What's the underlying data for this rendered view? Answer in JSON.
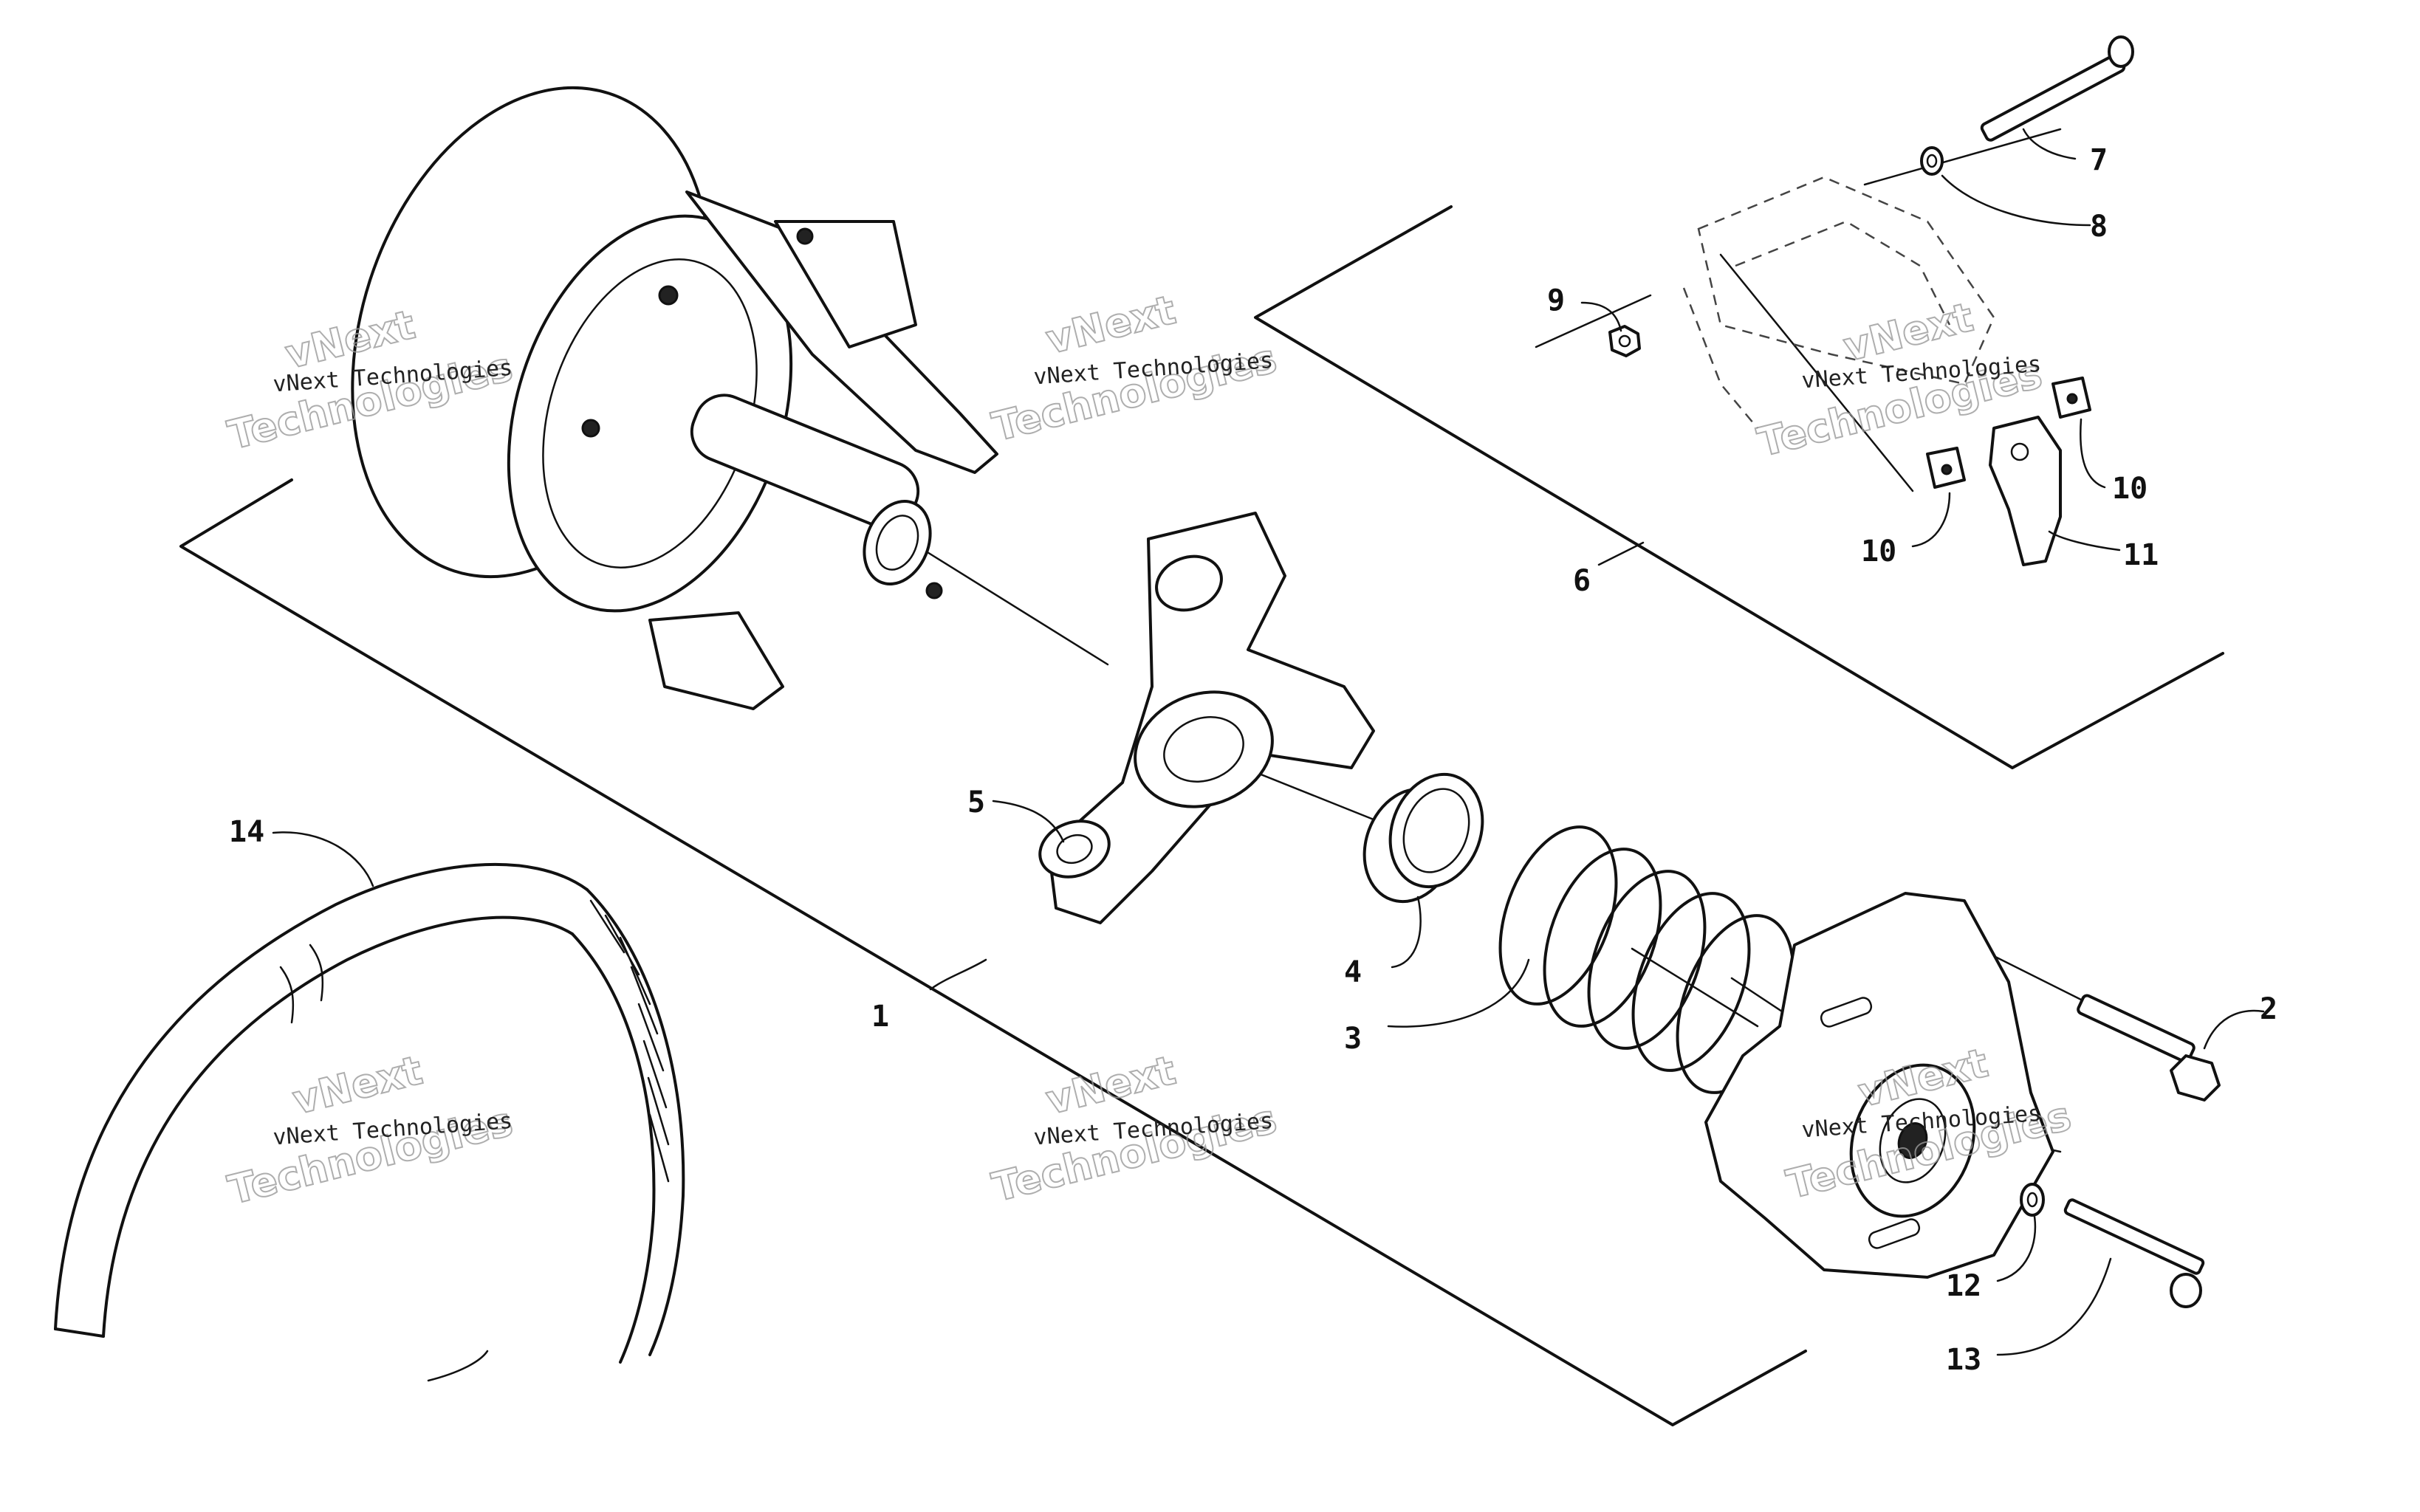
{
  "callouts": [
    "1",
    "2",
    "3",
    "4",
    "5",
    "6",
    "7",
    "8",
    "9",
    "10",
    "10",
    "11",
    "12",
    "13",
    "14"
  ],
  "watermark": {
    "company": "vNext Technologies",
    "line1": "vNext",
    "line2": "Technologies"
  }
}
